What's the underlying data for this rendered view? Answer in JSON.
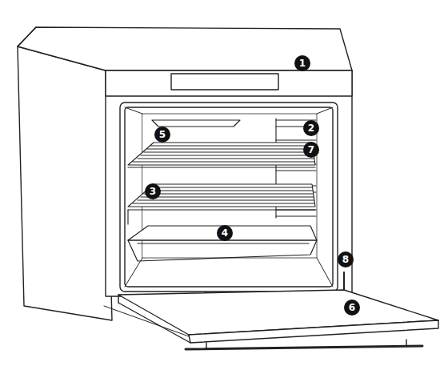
{
  "diagram": {
    "labels": [
      "1",
      "5",
      "2",
      "7",
      "3",
      "4",
      "8",
      "6"
    ]
  }
}
